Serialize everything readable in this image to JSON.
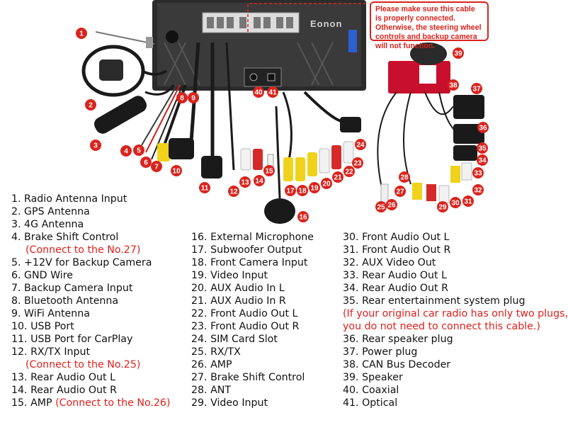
{
  "header_label": "Eonon",
  "warning": "Please make sure this cable is properly connected. Otherwise, the steering wheel controls and backup camera will not function.",
  "callouts": [
    "1",
    "2",
    "3",
    "4",
    "5",
    "6",
    "7",
    "8",
    "9",
    "10",
    "11",
    "12",
    "13",
    "14",
    "15",
    "16",
    "17",
    "18",
    "19",
    "20",
    "21",
    "22",
    "23",
    "24",
    "25",
    "26",
    "27",
    "28",
    "29",
    "30",
    "31",
    "32",
    "33",
    "34",
    "35",
    "36",
    "37",
    "38",
    "39",
    "40",
    "41"
  ],
  "legend": {
    "col1": [
      {
        "text": "1. Radio Antenna Input"
      },
      {
        "text": "2. GPS Antenna"
      },
      {
        "text": "3. 4G Antenna"
      },
      {
        "text": "4. Brake Shift Control"
      },
      {
        "text": "(Connect to the No.27)",
        "red": true,
        "indent": true
      },
      {
        "text": "5. +12V for Backup Camera"
      },
      {
        "text": "6. GND Wire"
      },
      {
        "text": "7. Backup Camera Input"
      },
      {
        "text": "8. Bluetooth Antenna"
      },
      {
        "text": "9. WiFi Antenna"
      },
      {
        "text": "10. USB Port"
      },
      {
        "text": "11. USB Port for CarPlay"
      },
      {
        "text": "12. RX/TX Input"
      },
      {
        "text": "(Connect to the No.25)",
        "red": true,
        "indent": true
      },
      {
        "text": "13. Rear Audio Out L"
      },
      {
        "text": "14. Rear Audio Out R"
      },
      {
        "text": "15. AMP ",
        "suffix": "(Connect to the No.26)"
      }
    ],
    "col2": [
      {
        "text": "16. External Microphone"
      },
      {
        "text": "17. Subwoofer Output"
      },
      {
        "text": "18. Front Camera Input"
      },
      {
        "text": "19. Video Input"
      },
      {
        "text": "20. AUX Audio In L"
      },
      {
        "text": "21. AUX Audio In R"
      },
      {
        "text": "22. Front Audio Out L"
      },
      {
        "text": "23. Front Audio Out R"
      },
      {
        "text": "24. SIM Card Slot"
      },
      {
        "text": "25. RX/TX"
      },
      {
        "text": "26. AMP"
      },
      {
        "text": "27. Brake Shift Control"
      },
      {
        "text": "28. ANT"
      },
      {
        "text": "29. Video Input"
      }
    ],
    "col3": [
      {
        "text": "30. Front Audio Out L"
      },
      {
        "text": "31. Front Audio Out R"
      },
      {
        "text": "32. AUX Video Out"
      },
      {
        "text": "33. Rear Audio Out L"
      },
      {
        "text": "34. Rear Audio Out R"
      },
      {
        "text": "35. Rear entertainment system plug"
      },
      {
        "text": "(If your original car radio has only two plugs,",
        "red": true
      },
      {
        "text": "you do not need to connect this cable.)",
        "red": true
      },
      {
        "text": "36. Rear speaker plug"
      },
      {
        "text": "37. Power plug"
      },
      {
        "text": "38. CAN Bus Decoder"
      },
      {
        "text": "39. Speaker"
      },
      {
        "text": "40. Coaxial"
      },
      {
        "text": "41. Optical"
      }
    ]
  },
  "colors": {
    "callout_red": "#d9241e",
    "cable_black": "#1a1a1a",
    "rca_white": "#f2f2f2",
    "rca_red": "#d42a2a",
    "rca_yellow": "#f0d21c"
  }
}
